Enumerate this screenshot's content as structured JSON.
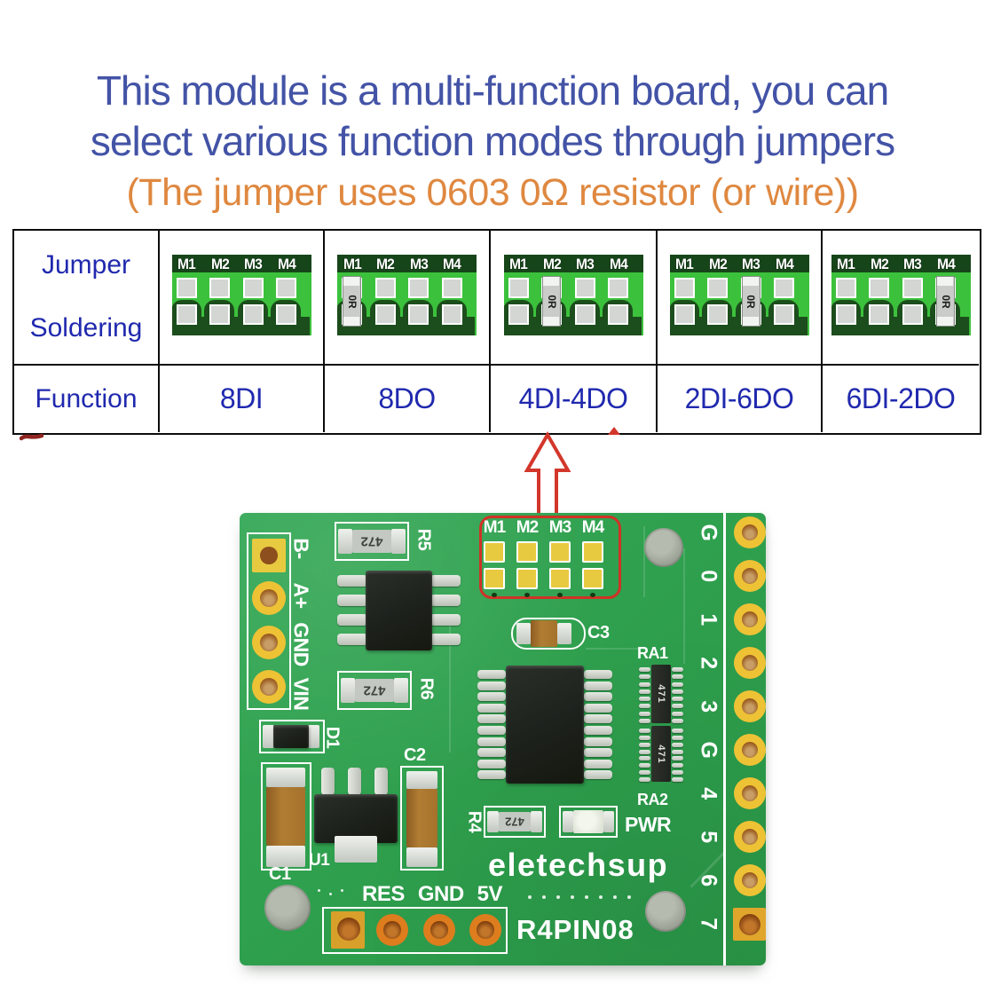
{
  "title": {
    "line1": "This module is a multi-function board, you can",
    "line2": "select various function modes through jumpers",
    "line3": "(The jumper uses 0603 0Ω resistor (or wire))"
  },
  "table": {
    "row1_label": [
      "Jumper",
      "Soldering"
    ],
    "row2_label": "Function",
    "pad_labels": [
      "M1",
      "M2",
      "M3",
      "M4"
    ],
    "resistor_label": "0R",
    "columns": [
      {
        "function": "8DI",
        "jumper_on": null
      },
      {
        "function": "8DO",
        "jumper_on": "M1"
      },
      {
        "function": "4DI-4DO",
        "jumper_on": "M2"
      },
      {
        "function": "2DI-6DO",
        "jumper_on": "M3"
      },
      {
        "function": "6DI-2DO",
        "jumper_on": "M4"
      }
    ]
  },
  "pcb": {
    "left_pins": [
      "B-",
      "A+",
      "GND",
      "VIN"
    ],
    "right_pins": [
      "G",
      "0",
      "1",
      "2",
      "3",
      "G",
      "4",
      "5",
      "6",
      "7"
    ],
    "bottom_pin_labels": [
      "RES",
      "GND",
      "5V"
    ],
    "module_pads": [
      "M1",
      "M2",
      "M3",
      "M4"
    ],
    "refs": {
      "r5": "R5",
      "r6": "R6",
      "r4": "R4",
      "c1": "C1",
      "c2": "C2",
      "c3": "C3",
      "d1": "D1",
      "u1": "U1",
      "ra1": "RA1",
      "ra2": "RA2",
      "pwr": "PWR"
    },
    "resistor_marking": "472",
    "array_marking": "471",
    "brand": "eletechsup",
    "model": "R4PIN08"
  },
  "colors": {
    "title_blue": "#4353a6",
    "accent_orange": "#df8840",
    "table_navy": "#2029ae",
    "annotation_red": "#d33227",
    "pcb_green": "#2fa04e",
    "mini_green": "#3cc13c",
    "pad_yellow": "#e8ca40"
  }
}
